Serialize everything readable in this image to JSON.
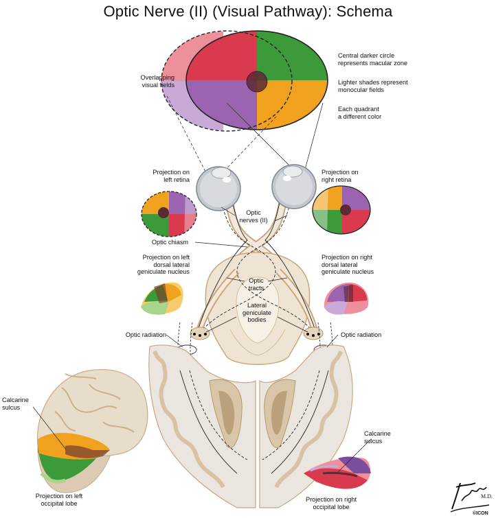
{
  "title": "Optic Nerve (II) (Visual Pathway): Schema",
  "labels": {
    "overlapping_visual_fields": [
      "Overlapping",
      "visual fields"
    ],
    "central_darker_circle": [
      "Central darker circle",
      "represents macular zone"
    ],
    "lighter_shades": [
      "Lighter shades represent",
      "monocular fields"
    ],
    "each_quadrant": [
      "Each quadrant",
      "a different color"
    ],
    "projection_left_retina": [
      "Projection on",
      "left retina"
    ],
    "projection_right_retina": [
      "Projection on",
      "right retina"
    ],
    "optic_nerves": [
      "Optic",
      "nerves (II)"
    ],
    "optic_chiasm": [
      "Optic chiasm"
    ],
    "projection_left_lgn": [
      "Projection on left",
      "dorsal lateral",
      "geniculate nucleus"
    ],
    "projection_right_lgn": [
      "Projection on right",
      "dorsal lateral",
      "geniculate nucleus"
    ],
    "optic_tracts": [
      "Optic",
      "tracts"
    ],
    "lateral_geniculate_bodies": [
      "Lateral",
      "geniculate",
      "bodies"
    ],
    "optic_radiation_left": [
      "Optic radiation"
    ],
    "optic_radiation_right": [
      "Optic radiation"
    ],
    "calcarine_sulcus_left": [
      "Calcarine",
      "sulcus"
    ],
    "calcarine_sulcus_right": [
      "Calcarine",
      "sulcus"
    ],
    "projection_left_occipital": [
      "Projection on left",
      "occipital lobe"
    ],
    "projection_right_occipital": [
      "Projection on right",
      "occipital lobe"
    ]
  },
  "colors": {
    "upper_left_dark": "#d93a4e",
    "upper_left_light": "#ee8f9c",
    "upper_right_dark": "#3d9a3a",
    "upper_right_light": "#a8d58a",
    "lower_left_dark": "#9a64b0",
    "lower_left_light": "#c9a9d8",
    "lower_right_dark": "#f0a21e",
    "lower_right_light": "#f7cb6e",
    "macula": "#5a2a35",
    "brain_tissue": "#efe5d6",
    "brain_outline": "#c9a67c"
  },
  "credit": {
    "signature": "F. Netter M.D.",
    "copyright": "©ICON"
  }
}
